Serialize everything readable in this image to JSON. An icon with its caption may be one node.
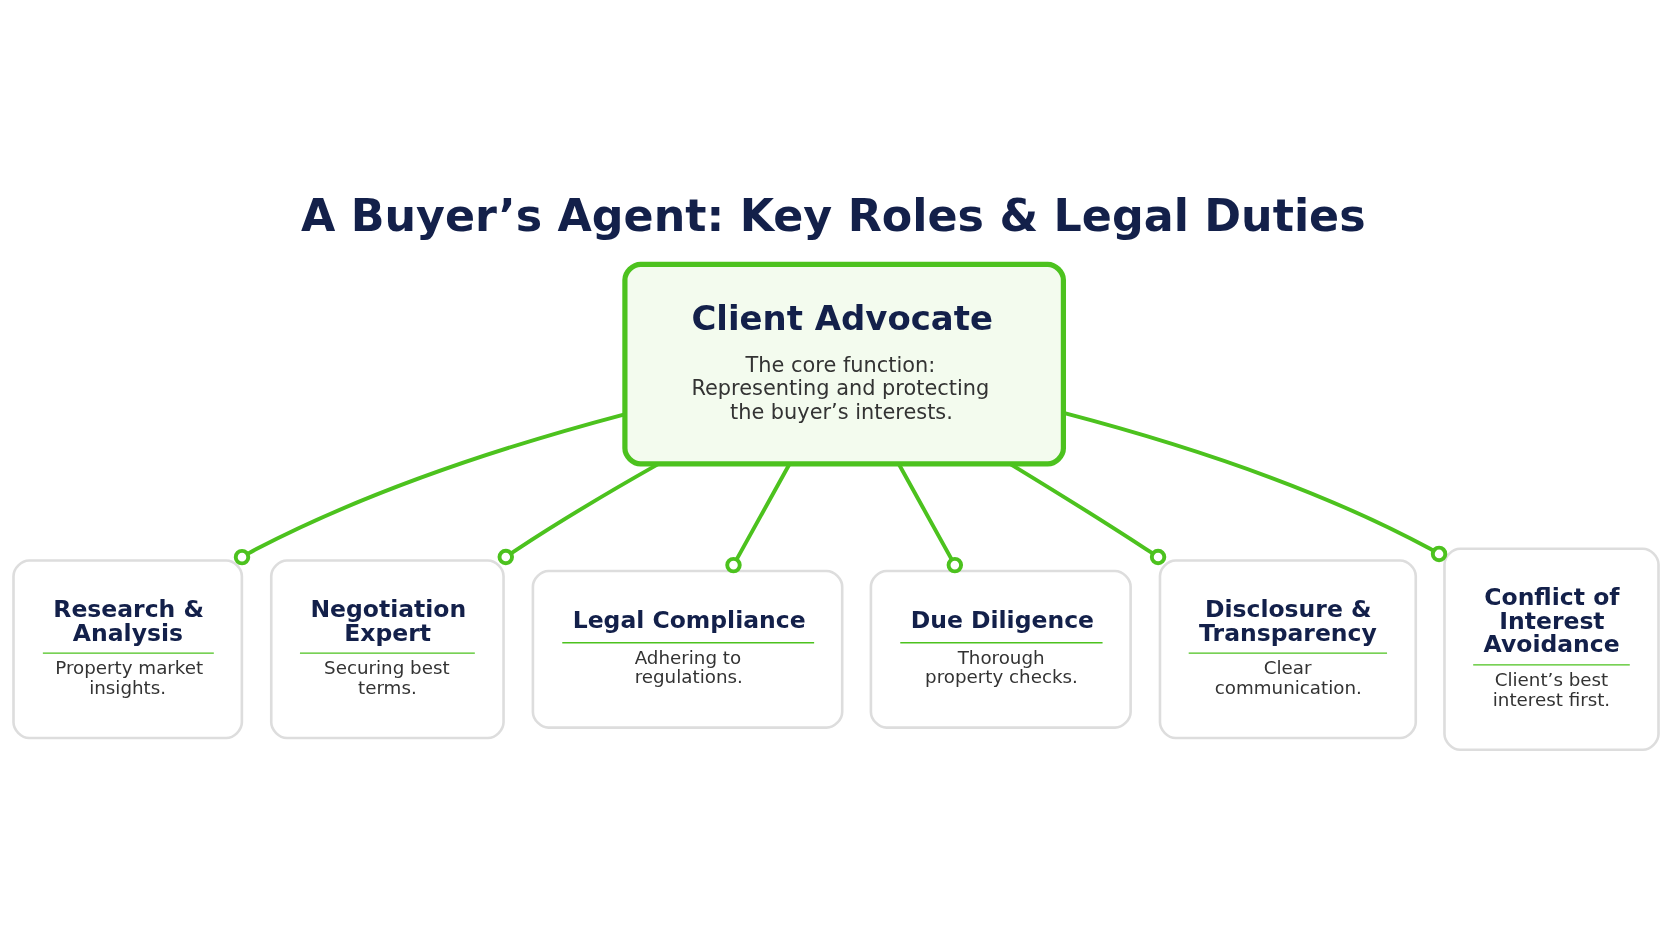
{
  "diagram": {
    "title": "A Buyer’s Agent: Key Roles & Legal Duties",
    "nodes": [
      {
        "text": [
          "Client Advocate",
          "The core function: Representing and protecting the buyer’s interests."
        ]
      },
      {
        "text": [
          "Research & Analysis",
          "Property market insights."
        ]
      },
      {
        "text": [
          "Negotiation Expert",
          "Securing best terms."
        ]
      },
      {
        "text": [
          "Legal Compliance",
          "Adhering to regulations."
        ]
      },
      {
        "text": [
          "Due Diligence",
          "Thorough property checks."
        ]
      },
      {
        "text": [
          "Disclosure & Transparency",
          "Clear communication."
        ]
      },
      {
        "text": [
          "Conflict of Interest Avoidance",
          "Client’s best interest first."
        ]
      }
    ],
    "edges": [
      {
        "from": 0,
        "to": 1,
        "arrow": "other"
      },
      {
        "from": 0,
        "to": 2,
        "arrow": "other"
      },
      {
        "from": 0,
        "to": 3,
        "arrow": "other"
      },
      {
        "from": 0,
        "to": 4,
        "arrow": "other"
      },
      {
        "from": 0,
        "to": 5,
        "arrow": "other"
      },
      {
        "from": 0,
        "to": 6,
        "arrow": "other"
      }
    ]
  }
}
